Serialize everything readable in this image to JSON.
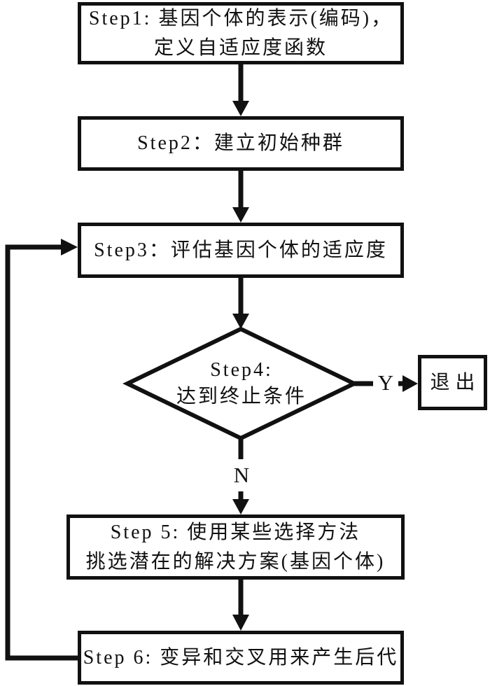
{
  "colors": {
    "ink": "#111111",
    "background": "#ffffff"
  },
  "nodes": {
    "step1": {
      "line1": "Step1: 基因个体的表示(编码)，",
      "line2": "定义自适应度函数"
    },
    "step2": {
      "label": "Step2：建立初始种群"
    },
    "step3": {
      "label": "Step3：评估基因个体的适应度"
    },
    "step4": {
      "line1": "Step4:",
      "line2": "达到终止条件"
    },
    "exit": {
      "label": "退出"
    },
    "step5": {
      "line1": "Step 5: 使用某些选择方法",
      "line2": "挑选潜在的解决方案(基因个体)"
    },
    "step6": {
      "label": "Step 6: 变异和交叉用来产生后代"
    }
  },
  "labels": {
    "yes": "Y",
    "no": "N"
  }
}
